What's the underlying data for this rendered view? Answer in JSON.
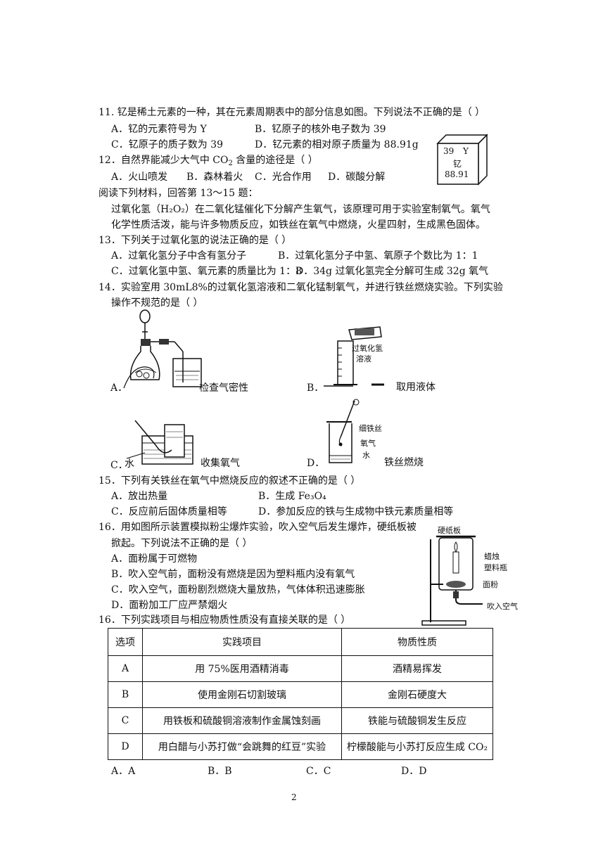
{
  "q11": {
    "stem": "11. 钇是稀土元素的一种，其在元素周期表中的部分信息如图。下列说法不正确的是（      ）",
    "a": "A．钇的元素符号为 Y",
    "b": "B．钇原子的核外电子数为 39",
    "c": "C．钇原子的质子数为 39",
    "d": "D．钇元素的相对原子质量为 88.91g",
    "card": {
      "number": "39",
      "symbol": "Y",
      "name": "钇",
      "mass": "88.91"
    }
  },
  "q12": {
    "stem_pre": "12．自然界能减少大气中 CO",
    "stem_sub": "2",
    "stem_post": " 含量的途径是（      ）",
    "a": "A．火山喷发",
    "b": "B．森林着火",
    "c": "C．光合作用",
    "d": "D．碳酸分解"
  },
  "reading": {
    "intro": "阅读下列材料，回答第 13～15 题：",
    "p1": "过氧化氢（H₂O₂）在二氧化锰催化下分解产生氧气，该原理可用于实验室制氧气。氧气",
    "p2": "化学性质活泼，能与许多物质反应，如铁丝在氧气中燃烧，火星四射，生成黑色固体。"
  },
  "q13": {
    "stem": "13．下列关于过氧化氢的说法正确的是（      ）",
    "a": "A．过氧化氢分子中含有氢分子",
    "b": "B．过氧化氢分子中氢、氧原子个数比为 1：1",
    "c": "C．过氧化氢中氢、氧元素的质量比为 1：8",
    "d": "D．34g 过氧化氢完全分解可生成 32g 氧气"
  },
  "q14": {
    "stem1": "14．实验室用 30mL8%的过氧化氢溶液和二氧化锰制氧气，并进行铁丝燃烧实验。下列实验",
    "stem2": "操作不规范的是（      ）",
    "a_letter": "A．",
    "a_label": "检查气密性",
    "b_letter": "B．",
    "b_label": "取用液体",
    "b_fig_label1": "过氧化氢",
    "b_fig_label2": "溶液",
    "c_letter": "C．",
    "c_water": "水",
    "c_label": "收集氧气",
    "d_letter": "D．",
    "d_fig_wire": "细铁丝",
    "d_fig_o2": "氧气",
    "d_fig_water": "水",
    "d_label": "铁丝燃烧"
  },
  "q15": {
    "stem": "15．下列有关铁丝在氧气中燃烧反应的叙述不正确的是（      ）",
    "a": "A．放出热量",
    "b": "B．生成 Fe₃O₄",
    "c": "C．反应前后固体质量相等",
    "d": "D．参加反应的铁与生成物中铁元素质量相等"
  },
  "q16": {
    "stem1": "16．用如图所示装置模拟粉尘爆炸实验，吹入空气后发生爆炸，硬纸板被",
    "stem2": "掀起。下列说法不正确的是（      ）",
    "a": "A．面粉属于可燃物",
    "b": "B．吹入空气前，面粉没有燃烧是因为塑料瓶内没有氧气",
    "c": "C．吹入空气，面粉剧烈燃烧大量放热，气体体积迅速膨胀",
    "d": "D．面粉加工厂应严禁烟火",
    "fig_board": "硬纸板",
    "fig_candle": "蜡烛",
    "fig_bottle": "塑料瓶",
    "fig_flour": "面粉",
    "fig_air": "吹入空气"
  },
  "q17": {
    "stem": "16．下列实践项目与相应物质性质没有直接关联的是（      ）",
    "table": {
      "headers": [
        "选项",
        "实践项目",
        "物质性质"
      ],
      "rows": [
        [
          "A",
          "用 75%医用酒精消毒",
          "酒精易挥发"
        ],
        [
          "B",
          "使用金刚石切割玻璃",
          "金刚石硬度大"
        ],
        [
          "C",
          "用铁板和硫酸铜溶液制作金属蚀刻画",
          "铁能与硫酸铜发生反应"
        ],
        [
          "D",
          "用白醋与小苏打做“会跳舞的红豆”实验",
          "柠檬酸能与小苏打反应生成 CO₂"
        ]
      ]
    },
    "a": "A．A",
    "b": "B．B",
    "c": "C．C",
    "d": "D．D"
  },
  "page_number": "2"
}
